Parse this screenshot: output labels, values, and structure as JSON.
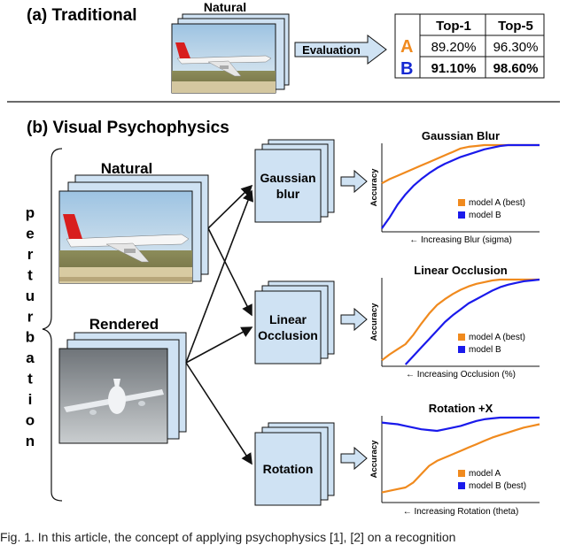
{
  "section_a": {
    "title": "(a) Traditional",
    "image_label": "Natural",
    "evaluation_label": "Evaluation",
    "table": {
      "headers": [
        "",
        "Top-1",
        "Top-5"
      ],
      "rows": [
        {
          "model": "A",
          "top1": "89.20%",
          "top5": "96.30%",
          "color": "#f08a1e"
        },
        {
          "model": "B",
          "top1": "91.10%",
          "top5": "98.60%",
          "color": "#1428d2"
        }
      ]
    }
  },
  "section_b": {
    "title": "(b) Visual Psychophysics",
    "natural_label": "Natural",
    "rendered_label": "Rendered",
    "perturbation_letters": [
      "p",
      "e",
      "r",
      "t",
      "u",
      "r",
      "b",
      "a",
      "t",
      "i",
      "o",
      "n"
    ],
    "perturbations": [
      "Gaussian blur",
      "Linear Occlusion",
      "Rotation"
    ],
    "perturbation_lines": [
      [
        "Gaussian",
        "blur"
      ],
      [
        "Linear",
        "Occlusion"
      ],
      [
        "Rotation"
      ]
    ]
  },
  "charts": {
    "colors": {
      "model_a": "#f08a1e",
      "model_b": "#1a1aeb"
    },
    "ylabel": "Accuracy"
  },
  "chart_data": [
    {
      "type": "line",
      "title": "Gaussian Blur",
      "xlabel": "← Increasing Blur (sigma)",
      "ylabel": "Accuracy",
      "legend": "bottom-right",
      "x": [
        0,
        0.05,
        0.1,
        0.15,
        0.2,
        0.25,
        0.3,
        0.35,
        0.4,
        0.45,
        0.5,
        0.55,
        0.6,
        0.65,
        0.7,
        0.75,
        0.8,
        0.85,
        0.9,
        0.95,
        1
      ],
      "series": [
        {
          "name": "model A (best)",
          "values": [
            0.55,
            0.6,
            0.64,
            0.68,
            0.72,
            0.76,
            0.8,
            0.84,
            0.88,
            0.92,
            0.96,
            0.98,
            0.99,
            1,
            1,
            1,
            1,
            1,
            1,
            1,
            1
          ]
        },
        {
          "name": "model B",
          "values": [
            0.02,
            0.15,
            0.3,
            0.42,
            0.52,
            0.6,
            0.67,
            0.73,
            0.78,
            0.82,
            0.86,
            0.89,
            0.92,
            0.95,
            0.97,
            0.99,
            1,
            1,
            1,
            1,
            1
          ]
        }
      ]
    },
    {
      "type": "line",
      "title": "Linear Occlusion",
      "xlabel": "← Increasing Occlusion (%)",
      "ylabel": "Accuracy",
      "legend": "bottom-right",
      "x": [
        0,
        0.05,
        0.1,
        0.15,
        0.2,
        0.25,
        0.3,
        0.35,
        0.4,
        0.45,
        0.5,
        0.55,
        0.6,
        0.65,
        0.7,
        0.75,
        0.8,
        0.85,
        0.9,
        0.95,
        1
      ],
      "series": [
        {
          "name": "model A (best)",
          "values": [
            0.05,
            0.12,
            0.18,
            0.24,
            0.35,
            0.48,
            0.6,
            0.7,
            0.77,
            0.83,
            0.88,
            0.92,
            0.95,
            0.97,
            0.99,
            1,
            1,
            1,
            1,
            1,
            1
          ]
        },
        {
          "name": "model B",
          "values": [
            null,
            null,
            null,
            0,
            0.1,
            0.2,
            0.3,
            0.4,
            0.5,
            0.58,
            0.65,
            0.72,
            0.77,
            0.82,
            0.87,
            0.91,
            0.94,
            0.96,
            0.98,
            0.99,
            1
          ]
        }
      ]
    },
    {
      "type": "line",
      "title": "Rotation +X",
      "xlabel": "← Increasing Rotation (theta)",
      "ylabel": "Accuracy",
      "legend": "bottom-right",
      "x": [
        0,
        0.05,
        0.1,
        0.15,
        0.2,
        0.25,
        0.3,
        0.35,
        0.4,
        0.45,
        0.5,
        0.55,
        0.6,
        0.65,
        0.7,
        0.75,
        0.8,
        0.85,
        0.9,
        0.95,
        1
      ],
      "series": [
        {
          "name": "model A",
          "values": [
            0.1,
            0.12,
            0.14,
            0.16,
            0.22,
            0.32,
            0.42,
            0.48,
            0.52,
            0.56,
            0.6,
            0.64,
            0.68,
            0.72,
            0.76,
            0.79,
            0.82,
            0.85,
            0.88,
            0.9,
            0.92
          ]
        },
        {
          "name": "model B (best)",
          "values": [
            0.94,
            0.93,
            0.92,
            0.9,
            0.88,
            0.86,
            0.85,
            0.84,
            0.86,
            0.88,
            0.9,
            0.93,
            0.96,
            0.98,
            0.99,
            1,
            1,
            1,
            1,
            1,
            1
          ]
        }
      ]
    }
  ],
  "caption": "Fig. 1. In this article, the concept of applying psychophysics [1], [2] on a recognition"
}
